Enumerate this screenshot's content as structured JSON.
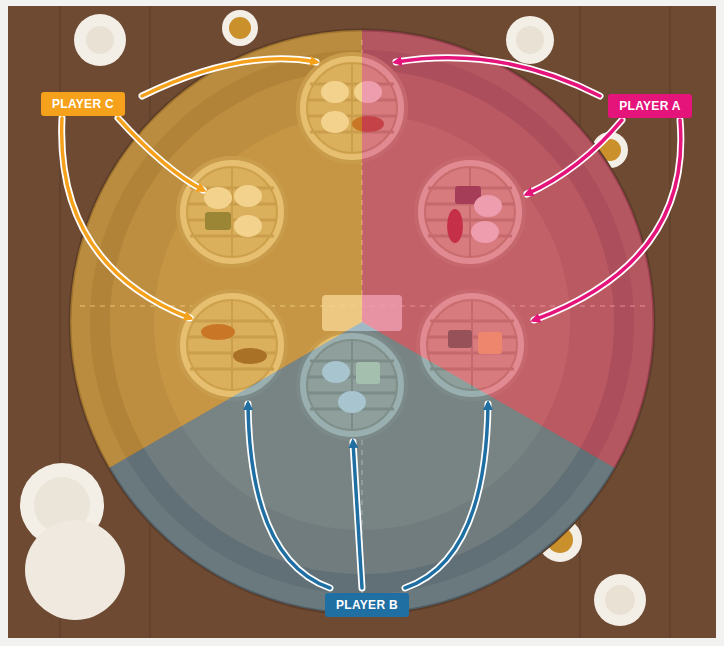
{
  "diagram": {
    "nodes": [
      {
        "text": [
          "PLAYER C"
        ]
      },
      {
        "text": [
          "PLAYER A"
        ]
      },
      {
        "text": [
          "PLAYER B"
        ]
      }
    ]
  }
}
